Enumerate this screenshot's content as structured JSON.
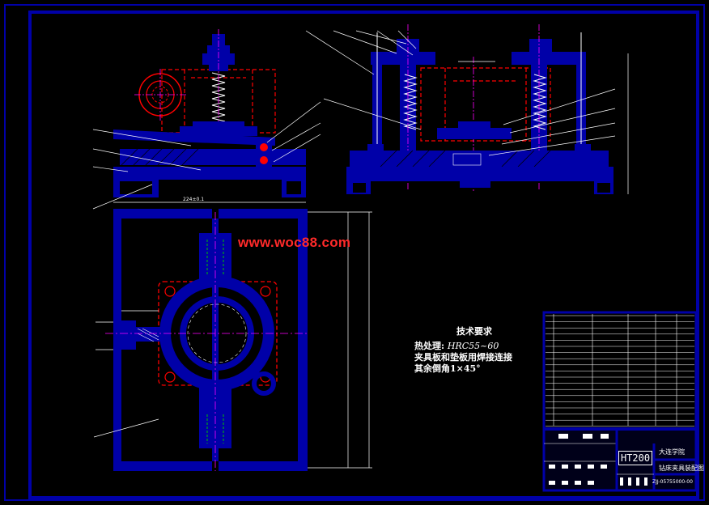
{
  "watermark": "www.woc88.com",
  "tech_requirements": {
    "heading": "技术要求",
    "line1_prefix": "热处理: ",
    "line1_value": "HRC55~60",
    "line2": "夹具板和垫板用焊接连接",
    "line3": "其余倒角1×45°"
  },
  "title_block": {
    "material": "HT200",
    "school": "大连学院",
    "drawing_title": "钻床夹具装配图",
    "drawing_number": "ZJJ-05755000-00"
  },
  "colors": {
    "background": "#000000",
    "outline_blue": "#0000a8",
    "outline_cyan_edge": "#4d4dff",
    "hidden_red": "#ff0000",
    "center_magenta": "#ff00ff",
    "dimension_white": "#ffffff",
    "green": "#00c000"
  }
}
